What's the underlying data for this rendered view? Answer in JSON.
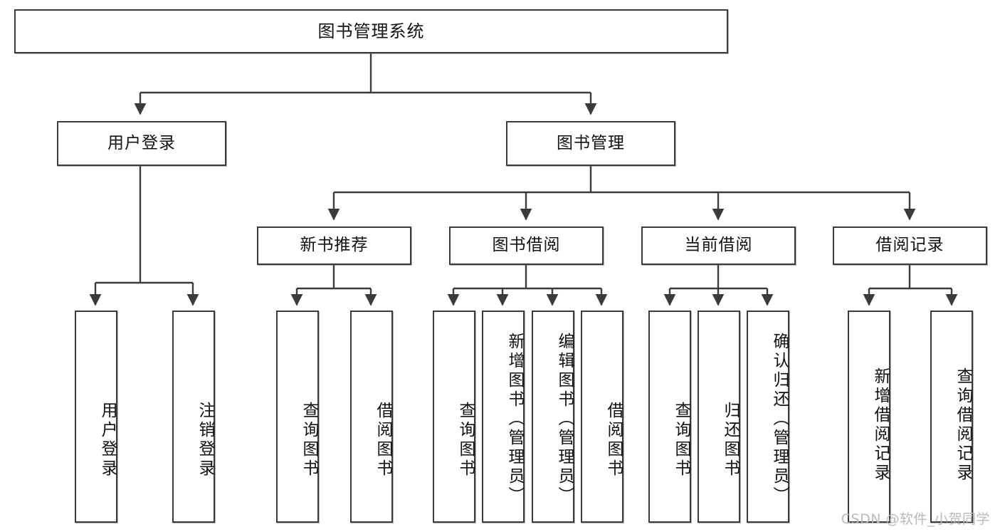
{
  "diagram": {
    "title": "图书管理系统",
    "watermark": "CSDN @软件_小贺同学",
    "colors": {
      "stroke": "#3b3b3b",
      "fill": "#ffffff",
      "text": "#111111",
      "watermark": "#b9b9b9"
    },
    "levels": {
      "root": {
        "label": "图书管理系统"
      },
      "level1": [
        {
          "label": "用户登录"
        },
        {
          "label": "图书管理"
        }
      ],
      "level2": [
        {
          "label": "新书推荐"
        },
        {
          "label": "图书借阅"
        },
        {
          "label": "当前借阅"
        },
        {
          "label": "借阅记录"
        }
      ],
      "leaves": {
        "user_login": [
          {
            "label": "用户登录"
          },
          {
            "label": "注销登录"
          }
        ],
        "new_book_recommend": [
          {
            "label": "查询图书"
          },
          {
            "label": "借阅图书"
          }
        ],
        "book_borrow": [
          {
            "label": "查询图书"
          },
          {
            "label": "新增图书（管理员）"
          },
          {
            "label": "编辑图书（管理员）"
          },
          {
            "label": "借阅图书"
          }
        ],
        "current_borrow": [
          {
            "label": "查询图书"
          },
          {
            "label": "归还图书"
          },
          {
            "label": "确认归还（管理员）"
          }
        ],
        "borrow_record": [
          {
            "label": "新增借阅记录"
          },
          {
            "label": "查询借阅记录"
          }
        ]
      }
    }
  }
}
